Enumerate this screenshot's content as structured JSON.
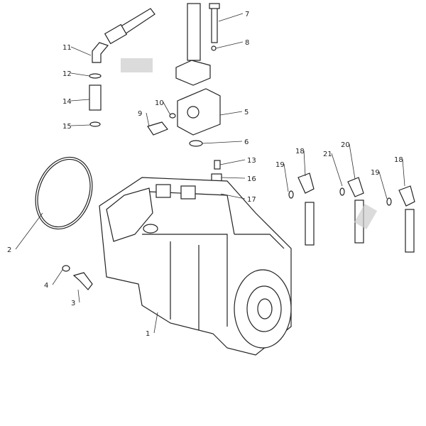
{
  "diagram": {
    "type": "exploded parts diagram",
    "callouts": [
      "7",
      "8",
      "11",
      "12",
      "14",
      "10",
      "9",
      "5",
      "15",
      "6",
      "13",
      "16",
      "17",
      "18",
      "21",
      "20",
      "19",
      "19",
      "18",
      "2",
      "4",
      "3",
      "1"
    ]
  },
  "colors": {
    "line": "#222222",
    "background": "#ffffff"
  }
}
